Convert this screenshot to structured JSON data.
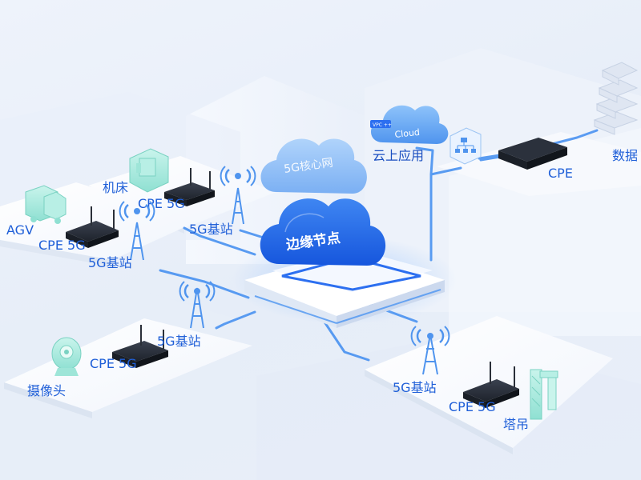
{
  "core_network": {
    "label": "5G核心网"
  },
  "edge_node": {
    "label": "边缘节点"
  },
  "cloud": {
    "label": "Cloud",
    "badge": "VPC ++",
    "app_label": "云上应用"
  },
  "cpe_top": {
    "label": "CPE"
  },
  "data_center": {
    "label": "数据"
  },
  "site_machine": {
    "device_label": "机床",
    "cpe_label": "CPE 5G",
    "bs_label": "5G基站"
  },
  "site_agv": {
    "device_label": "AGV",
    "cpe_label": "CPE 5G",
    "bs_label": "5G基站"
  },
  "site_camera": {
    "device_label": "摄像头",
    "cpe_label": "CPE 5G",
    "bs_label": "5G基站"
  },
  "site_crane": {
    "device_label": "塔吊",
    "cpe_label": "CPE 5G",
    "bs_label": "5G基站"
  },
  "colors": {
    "link": "#3f8cf0",
    "label": "#1f5fd8",
    "cloud_dark": "#1e63e6",
    "cloud_light": "#7cb4f4"
  }
}
